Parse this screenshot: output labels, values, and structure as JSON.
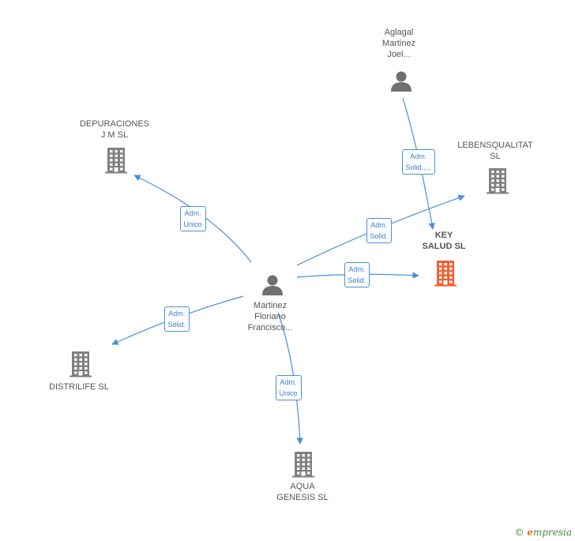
{
  "colors": {
    "edge": "#4a8fd8",
    "company": "#808080",
    "company_main": "#f06030",
    "person": "#707070"
  },
  "nodes": {
    "person_aglagal": {
      "kind": "person",
      "label": [
        "Aglagal",
        "Martinez",
        "Joel..."
      ]
    },
    "person_martinez": {
      "kind": "person",
      "label": [
        "Martinez",
        "Floriano",
        "Francisco..."
      ]
    },
    "co_depuraciones": {
      "kind": "company",
      "label": [
        "DEPURACIONES",
        "J M SL"
      ]
    },
    "co_lebensqualitat": {
      "kind": "company",
      "label": [
        "LEBENSQUALITAT",
        "SL"
      ]
    },
    "co_key_salud": {
      "kind": "company-main",
      "label": [
        "KEY",
        "SALUD  SL"
      ]
    },
    "co_distrilife": {
      "kind": "company",
      "label": [
        "DISTRILIFE  SL"
      ]
    },
    "co_aqua": {
      "kind": "company",
      "label": [
        "AQUA",
        "GENESIS  SL"
      ]
    }
  },
  "edges": [
    {
      "from": "person_aglagal",
      "to": "co_key_salud",
      "label": [
        "Adm.",
        "Solid.,..."
      ]
    },
    {
      "from": "person_martinez",
      "to": "co_depuraciones",
      "label": [
        "Adm.",
        "Unico"
      ]
    },
    {
      "from": "person_martinez",
      "to": "co_lebensqualitat",
      "label": [
        "Adm.",
        "Solid."
      ]
    },
    {
      "from": "person_martinez",
      "to": "co_key_salud",
      "label": [
        "Adm.",
        "Solid."
      ]
    },
    {
      "from": "person_martinez",
      "to": "co_distrilife",
      "label": [
        "Adm.",
        "Solid."
      ]
    },
    {
      "from": "person_martinez",
      "to": "co_aqua",
      "label": [
        "Adm.",
        "Unico"
      ]
    }
  ],
  "copyright": {
    "symbol": "©",
    "brand_initial": "e",
    "brand_rest": "mpresia"
  }
}
